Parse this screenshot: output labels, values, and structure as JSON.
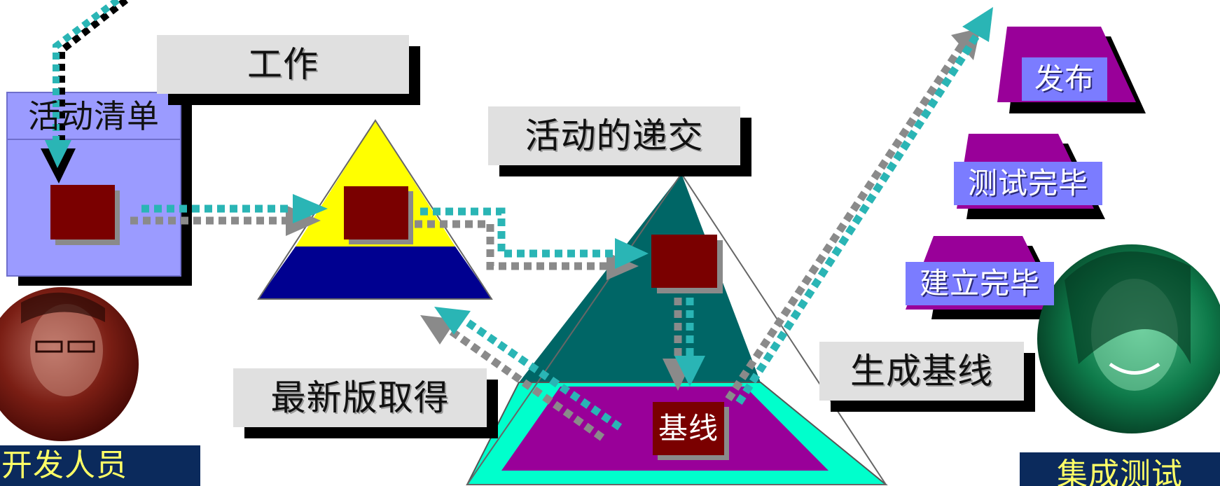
{
  "labels": {
    "activity_list": "活动清单",
    "work": "工作",
    "activity_delivery": "活动的递交",
    "get_latest": "最新版取得",
    "generate_baseline": "生成基线",
    "baseline": "基线",
    "release": "发布",
    "test_complete": "测试完毕",
    "build_complete": "建立完毕",
    "developer": "开发人员",
    "integration_test": "集成测试"
  },
  "colors": {
    "panel": "#9b9bff",
    "work_item": "#7a0000",
    "yellow": "#ffff00",
    "navy": "#000090",
    "teal": "#006666",
    "aqua": "#00ffcc",
    "purple": "#990099",
    "stage_label": "#7b7cff",
    "arrow_teal": "#2ab5b5",
    "arrow_gray": "#8a8a8a"
  }
}
